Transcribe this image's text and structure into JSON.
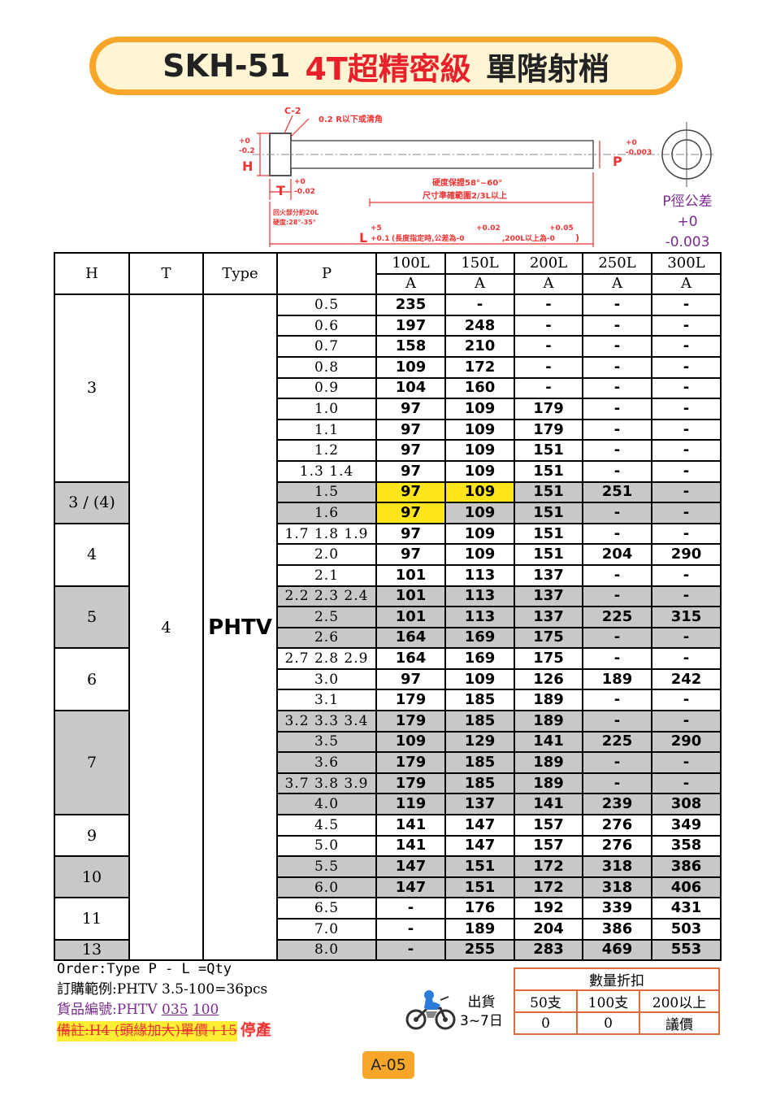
{
  "title": {
    "part1": "SKH-51",
    "part2": "4T超精密級",
    "part3": "單階射梢"
  },
  "diagram": {
    "chamfer": "C-2",
    "radius_note": "0.2 R以下或清角",
    "h_tol_plus": "+0",
    "h_tol_minus": "-0.2",
    "h_label": "H",
    "t_label": "T",
    "t_tol_plus": "+0",
    "t_tol_minus": "-0.02",
    "p_label": "P",
    "p_tol_plus": "+0",
    "p_tol_minus": "-0.003",
    "head_note1": "回火部分約20L",
    "head_note2": "硬度:28°-35°",
    "hard_note1": "硬度保證58°~60°",
    "hard_note2": "尺寸準確範圍2/3L以上",
    "l_label": "L",
    "l_tol_plus": "+5",
    "l_tol_minus": "+0.1",
    "l_note": "(長度指定時,公差為-0",
    "l_note_mid_plus": "+0.02",
    "l_note_mid": ",200L以上為-0",
    "l_note_end_plus": "+0.05",
    "l_note_close": ")"
  },
  "p_tolerance": {
    "title": "P徑公差",
    "plus": "+0",
    "minus": "-0.003"
  },
  "table": {
    "headers": {
      "h": "H",
      "t": "T",
      "type": "Type",
      "p": "P",
      "lengths": [
        "100L",
        "150L",
        "200L",
        "250L",
        "300L"
      ],
      "sub": "A"
    },
    "t_value": "4",
    "type_value": "PHTV",
    "groups": [
      {
        "h": "3",
        "rows": 9,
        "gray": false
      },
      {
        "h": "3 / (4)",
        "rows": 2,
        "gray": true
      },
      {
        "h": "4",
        "rows": 3,
        "gray": false
      },
      {
        "h": "5",
        "rows": 3,
        "gray": true
      },
      {
        "h": "6",
        "rows": 3,
        "gray": false
      },
      {
        "h": "7",
        "rows": 5,
        "gray": true
      },
      {
        "h": "9",
        "rows": 2,
        "gray": false
      },
      {
        "h": "10",
        "rows": 2,
        "gray": true
      },
      {
        "h": "11",
        "rows": 2,
        "gray": false
      },
      {
        "h": "13",
        "rows": 1,
        "gray": true
      }
    ],
    "rows": [
      {
        "p": "0.5",
        "v": [
          "235",
          "-",
          "-",
          "-",
          "-"
        ]
      },
      {
        "p": "0.6",
        "v": [
          "197",
          "248",
          "-",
          "-",
          "-"
        ]
      },
      {
        "p": "0.7",
        "v": [
          "158",
          "210",
          "-",
          "-",
          "-"
        ]
      },
      {
        "p": "0.8",
        "v": [
          "109",
          "172",
          "-",
          "-",
          "-"
        ]
      },
      {
        "p": "0.9",
        "v": [
          "104",
          "160",
          "-",
          "-",
          "-"
        ]
      },
      {
        "p": "1.0",
        "v": [
          "97",
          "109",
          "179",
          "-",
          "-"
        ]
      },
      {
        "p": "1.1",
        "v": [
          "97",
          "109",
          "179",
          "-",
          "-"
        ]
      },
      {
        "p": "1.2",
        "v": [
          "97",
          "109",
          "151",
          "-",
          "-"
        ]
      },
      {
        "p": "1.3 1.4",
        "v": [
          "97",
          "109",
          "151",
          "-",
          "-"
        ]
      },
      {
        "p": "1.5",
        "v": [
          "97",
          "109",
          "151",
          "251",
          "-"
        ],
        "yellow": [
          0,
          1
        ]
      },
      {
        "p": "1.6",
        "v": [
          "97",
          "109",
          "151",
          "-",
          "-"
        ],
        "yellow": [
          0
        ]
      },
      {
        "p": "1.7 1.8 1.9",
        "v": [
          "97",
          "109",
          "151",
          "-",
          "-"
        ]
      },
      {
        "p": "2.0",
        "v": [
          "97",
          "109",
          "151",
          "204",
          "290"
        ]
      },
      {
        "p": "2.1",
        "v": [
          "101",
          "113",
          "137",
          "-",
          "-"
        ]
      },
      {
        "p": "2.2 2.3 2.4",
        "v": [
          "101",
          "113",
          "137",
          "-",
          "-"
        ]
      },
      {
        "p": "2.5",
        "v": [
          "101",
          "113",
          "137",
          "225",
          "315"
        ]
      },
      {
        "p": "2.6",
        "v": [
          "164",
          "169",
          "175",
          "-",
          "-"
        ]
      },
      {
        "p": "2.7 2.8 2.9",
        "v": [
          "164",
          "169",
          "175",
          "-",
          "-"
        ]
      },
      {
        "p": "3.0",
        "v": [
          "97",
          "109",
          "126",
          "189",
          "242"
        ]
      },
      {
        "p": "3.1",
        "v": [
          "179",
          "185",
          "189",
          "-",
          "-"
        ]
      },
      {
        "p": "3.2 3.3 3.4",
        "v": [
          "179",
          "185",
          "189",
          "-",
          "-"
        ]
      },
      {
        "p": "3.5",
        "v": [
          "109",
          "129",
          "141",
          "225",
          "290"
        ]
      },
      {
        "p": "3.6",
        "v": [
          "179",
          "185",
          "189",
          "-",
          "-"
        ]
      },
      {
        "p": "3.7 3.8 3.9",
        "v": [
          "179",
          "185",
          "189",
          "-",
          "-"
        ]
      },
      {
        "p": "4.0",
        "v": [
          "119",
          "137",
          "141",
          "239",
          "308"
        ]
      },
      {
        "p": "4.5",
        "v": [
          "141",
          "147",
          "157",
          "276",
          "349"
        ]
      },
      {
        "p": "5.0",
        "v": [
          "141",
          "147",
          "157",
          "276",
          "358"
        ]
      },
      {
        "p": "5.5",
        "v": [
          "147",
          "151",
          "172",
          "318",
          "386"
        ]
      },
      {
        "p": "6.0",
        "v": [
          "147",
          "151",
          "172",
          "318",
          "406"
        ]
      },
      {
        "p": "6.5",
        "v": [
          "-",
          "176",
          "192",
          "339",
          "431"
        ]
      },
      {
        "p": "7.0",
        "v": [
          "-",
          "189",
          "204",
          "386",
          "503"
        ]
      },
      {
        "p": "8.0",
        "v": [
          "-",
          "255",
          "283",
          "469",
          "553"
        ]
      }
    ]
  },
  "notes": {
    "order": "Order:Type P - L =Qty",
    "example": "訂購範例:PHTV 3.5-100=36pcs",
    "code_label": "貨品編號:PHTV ",
    "code_a": "035",
    "code_b": "100",
    "remark": "備註:H4 (頭緣加大)單價+15",
    "stopped": "停產"
  },
  "shipping": {
    "line1": "出貨",
    "line2": "3~7日"
  },
  "discount": {
    "title": "數量折扣",
    "cols": [
      "50支",
      "100支",
      "200以上"
    ],
    "vals": [
      "0",
      "0",
      "議價"
    ]
  },
  "page": "A-05"
}
